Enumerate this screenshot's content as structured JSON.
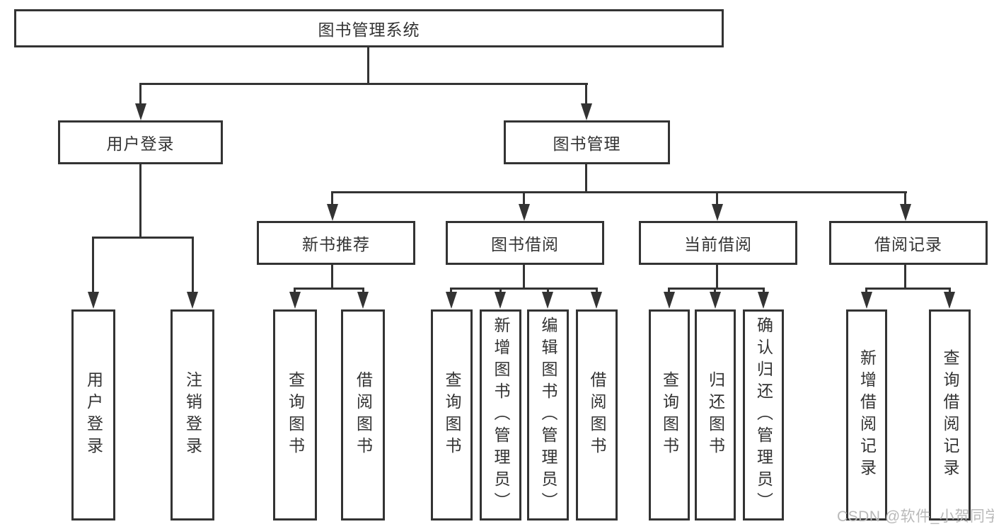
{
  "title": "图书管理系统",
  "tree": {
    "root": {
      "label": "图书管理系统"
    },
    "branches": [
      {
        "label": "用户登录",
        "children": [
          {
            "label": "用户登录"
          },
          {
            "label": "注销登录"
          }
        ]
      },
      {
        "label": "图书管理",
        "children": [
          {
            "label": "新书推荐",
            "children": [
              {
                "label": "查询图书"
              },
              {
                "label": "借阅图书"
              }
            ]
          },
          {
            "label": "图书借阅",
            "children": [
              {
                "label": "查询图书"
              },
              {
                "label": "新增图书（管理员）"
              },
              {
                "label": "编辑图书（管理员）"
              },
              {
                "label": "借阅图书"
              }
            ]
          },
          {
            "label": "当前借阅",
            "children": [
              {
                "label": "查询图书"
              },
              {
                "label": "归还图书"
              },
              {
                "label": "确认归还（管理员）"
              }
            ]
          },
          {
            "label": "借阅记录",
            "children": [
              {
                "label": "新增借阅记录"
              },
              {
                "label": "查询借阅记录"
              }
            ]
          }
        ]
      }
    ]
  },
  "watermark": "CSDN @软件_小贺同学",
  "colors": {
    "line": "#333333",
    "text": "#333333",
    "box_background": "#ffffff",
    "watermark": "#b9b9b9",
    "page_background": "#ffffff"
  }
}
